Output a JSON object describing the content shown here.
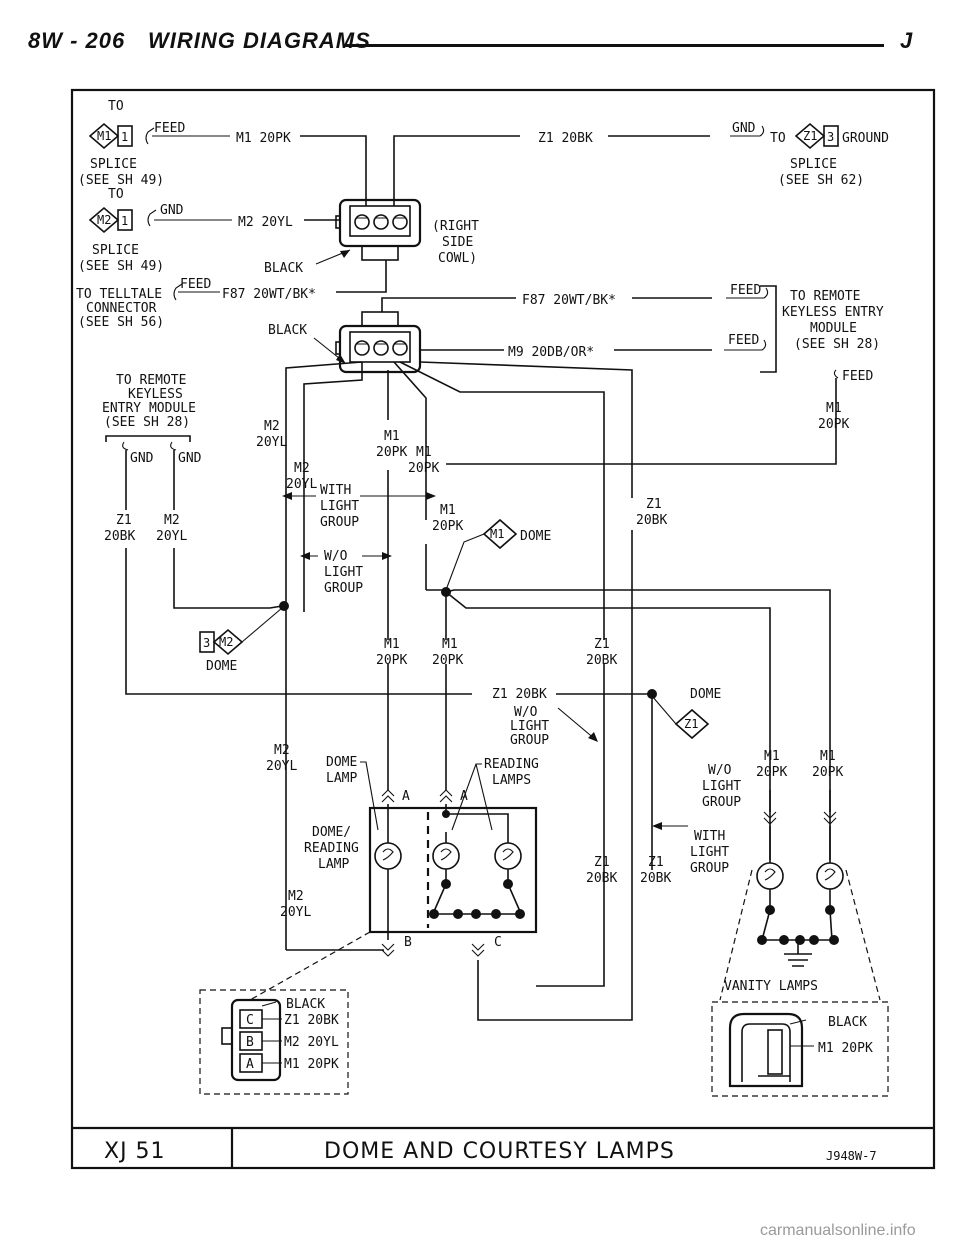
{
  "header": {
    "page_ref": "8W - 206",
    "section": "WIRING DIAGRAMS",
    "model": "J"
  },
  "footer": {
    "model": "XJ 51",
    "title": "DOME AND COURTESY LAMPS",
    "figure_id": "J948W-7"
  },
  "watermark": "carmanualsonline.info",
  "labels": {
    "to_top": "TO",
    "m1_diamond": "M1",
    "m1_pin": "1",
    "feed1": "FEED",
    "m1_20pk_top": "M1 20PK",
    "splice_l1": "SPLICE",
    "see_sh49_a": "(SEE SH 49)",
    "to_2": "TO",
    "m2_diamond": "M2",
    "m2_pin": "1",
    "gnd1": "GND",
    "m2_20yl_top": "M2 20YL",
    "splice_l2": "SPLICE",
    "see_sh49_b": "(SEE SH 49)",
    "black1": "BLACK",
    "right": "(RIGHT",
    "side": "SIDE",
    "cowl": "COWL)",
    "z1_20bk_top": "Z1 20BK",
    "gnd_tr": "GND",
    "to_tr": "TO",
    "z1_diamond_tr": "Z1",
    "z1_pin_tr": "3",
    "ground": "GROUND",
    "splice_r": "SPLICE",
    "see_sh62": "(SEE SH 62)",
    "to_telltale": "TO TELLTALE",
    "feed2": "FEED",
    "f87_left": "F87 20WT/BK*",
    "connector": "CONNECTOR",
    "see_sh56": "(SEE SH 56)",
    "f87_right": "F87 20WT/BK*",
    "feed3": "FEED",
    "to_remote_r1": "TO REMOTE",
    "to_remote_r2": "KEYLESS ENTRY",
    "to_remote_r3": "MODULE",
    "to_remote_r4": "(SEE SH 28)",
    "black2": "BLACK",
    "m9": "M9 20DB/OR*",
    "feed4": "FEED",
    "feed5": "FEED",
    "m1_r": "M1",
    "pk_r": "20PK",
    "to_remote_l1": "TO REMOTE",
    "to_remote_l2": "KEYLESS",
    "to_remote_l3": "ENTRY MODULE",
    "to_remote_l4": "(SEE SH 28)",
    "gnd_l1": "GND",
    "gnd_l2": "GND",
    "m2_a": "M2",
    "yl_a": "20YL",
    "m1_a": "M1",
    "pk_a": "20PK",
    "m1_b": "M1",
    "pk_b": "20PK",
    "m2_b": "M2",
    "yl_b": "20YL",
    "z1_a": "Z1",
    "bk_a": "20BK",
    "m2_c": "M2",
    "yl_c": "20YL",
    "with1": "WITH",
    "light1": "LIGHT",
    "group1": "GROUP",
    "m1_c": "M1",
    "pk_c": "20PK",
    "dome_diamond": "M1",
    "dome1": "DOME",
    "z1_b": "Z1",
    "bk_b": "20BK",
    "wo1": "W/O",
    "light2": "LIGHT",
    "group2": "GROUP",
    "pin3": "3",
    "m2_d": "M2",
    "dome2": "DOME",
    "m1_d": "M1",
    "pk_d": "20PK",
    "m1_e": "M1",
    "pk_e": "20PK",
    "z1_c": "Z1",
    "bk_c": "20BK",
    "z1_20bk_mid": "Z1 20BK",
    "dome3": "DOME",
    "z1_diamond_b": "Z1",
    "wo2": "W/O",
    "light3": "LIGHT",
    "group3": "GROUP",
    "m2_e": "M2",
    "yl_e": "20YL",
    "dome_lamp1": "DOME",
    "dome_lamp2": "LAMP",
    "reading1": "READING",
    "reading2": "LAMPS",
    "wo3": "W/O",
    "light4": "LIGHT",
    "group4": "GROUP",
    "m1_f": "M1",
    "pk_f": "20PK",
    "m1_g": "M1",
    "pk_g": "20PK",
    "a1": "A",
    "a2": "A",
    "with2": "WITH",
    "light5": "LIGHT",
    "group5": "GROUP",
    "dr1": "DOME/",
    "dr2": "READING",
    "dr3": "LAMP",
    "z1_d": "Z1",
    "bk_d": "20BK",
    "z1_e": "Z1",
    "bk_e": "20BK",
    "m2_f": "M2",
    "yl_f": "20YL",
    "b_pin": "B",
    "c_pin": "C",
    "vanity": "VANITY LAMPS",
    "conn_black": "BLACK",
    "conn_c": "C",
    "conn_z1": "Z1 20BK",
    "conn_b": "B",
    "conn_m2": "M2 20YL",
    "conn_a": "A",
    "conn_m1": "M1 20PK",
    "v_black": "BLACK",
    "v_m1": "M1 20PK"
  }
}
